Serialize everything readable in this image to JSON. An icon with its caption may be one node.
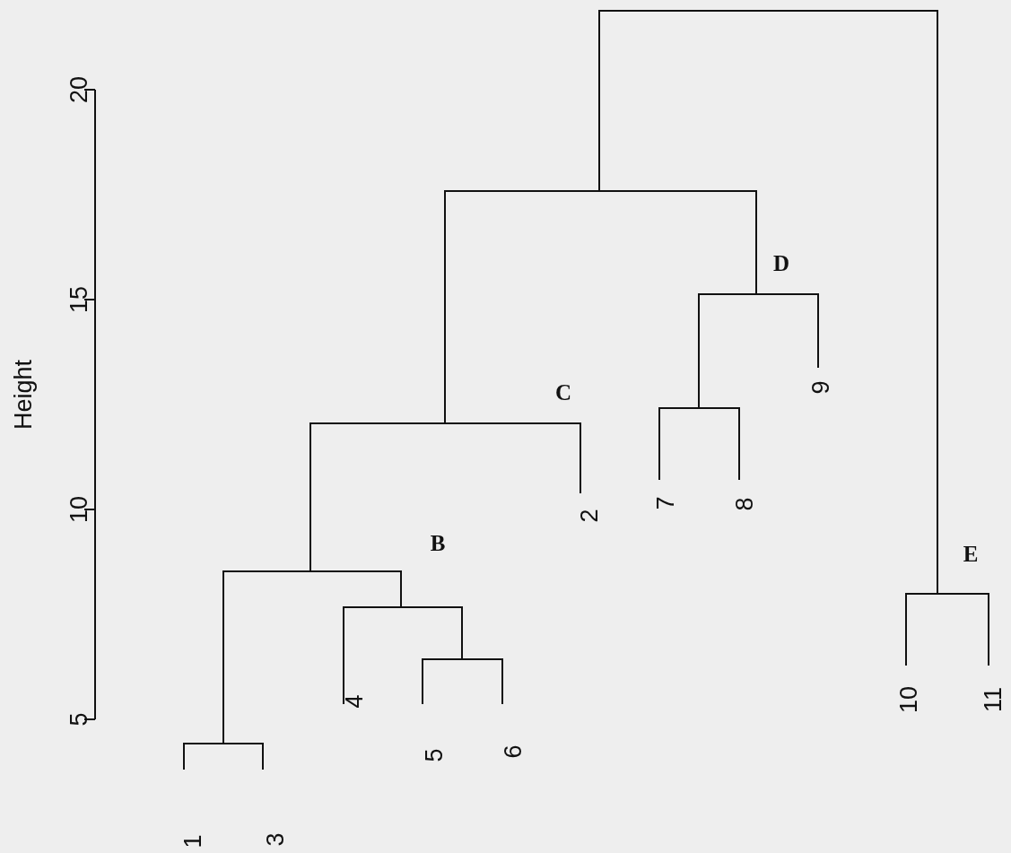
{
  "diagram": {
    "labels": [
      "20",
      "15",
      "Height",
      "10",
      "5",
      "D",
      "C",
      "9",
      "2",
      "7",
      "8",
      "B",
      "E",
      "4",
      "10",
      "11",
      "5",
      "6",
      "1",
      "3"
    ]
  }
}
